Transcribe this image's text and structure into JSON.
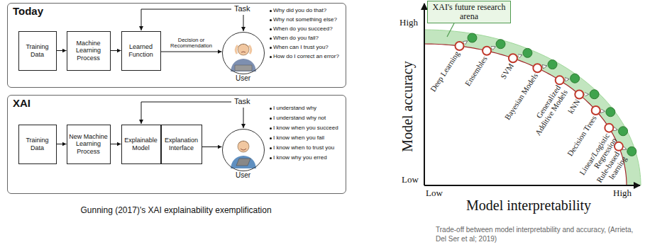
{
  "diagram": {
    "caption": "Gunning (2017)'s XAI explainability exemplification",
    "nodes": [
      {
        "text": [
          "Today"
        ]
      },
      {
        "text": [
          "Training Data"
        ],
        "in": 0
      },
      {
        "text": [
          "Machine Learning Process"
        ],
        "in": 0
      },
      {
        "text": [
          "Learned Function"
        ],
        "in": 0
      },
      {
        "text": [
          "User"
        ],
        "in": 0
      },
      {
        "text": [
          "XAI"
        ]
      },
      {
        "text": [
          "Training Data"
        ],
        "in": 5
      },
      {
        "text": [
          "New Machine Learning Process"
        ],
        "in": 5
      },
      {
        "text": [
          "Explainable Model"
        ],
        "in": 5
      },
      {
        "text": [
          "Explanation Interface"
        ],
        "in": 5
      },
      {
        "text": [
          "User"
        ],
        "in": 5
      },
      {
        "text": [
          "XAI's future research arena"
        ]
      }
    ],
    "edges": [
      {
        "from": 1,
        "to": 2,
        "arrow": "to"
      },
      {
        "from": 2,
        "to": 3,
        "arrow": "to"
      },
      {
        "from": 3,
        "to": 4,
        "label": "Decision or Recommendation",
        "arrow": "to"
      },
      {
        "from": 6,
        "to": 7,
        "arrow": "to"
      },
      {
        "from": 7,
        "to": 8,
        "arrow": "to"
      },
      {
        "from": 9,
        "to": 10,
        "arrow": "to"
      }
    ],
    "labels": [
      "Task",
      "Why did you do that?",
      "Why not something else?",
      "When do you succeed?",
      "When do you fail?",
      "When can I trust you?",
      "How do I correct an error?",
      "Task",
      "I understand why",
      "I understand why not",
      "I know when you succeed",
      "I know when you fail",
      "I know when to trust you",
      "I know why you erred",
      "High",
      "Low",
      "Low",
      "High",
      "Model accuracy",
      "Model interpretability",
      "Deep Learning",
      "Ensembles",
      "SVM",
      "Bayesian Models",
      "Generalized Additive Models",
      "kNN",
      "Decision Trees",
      "Linear/Logistic Regression",
      "Rule-based learning",
      "Trade-off between model interpretability and accuracy, (Arrieta, Del Ser et al; 2019)"
    ]
  }
}
